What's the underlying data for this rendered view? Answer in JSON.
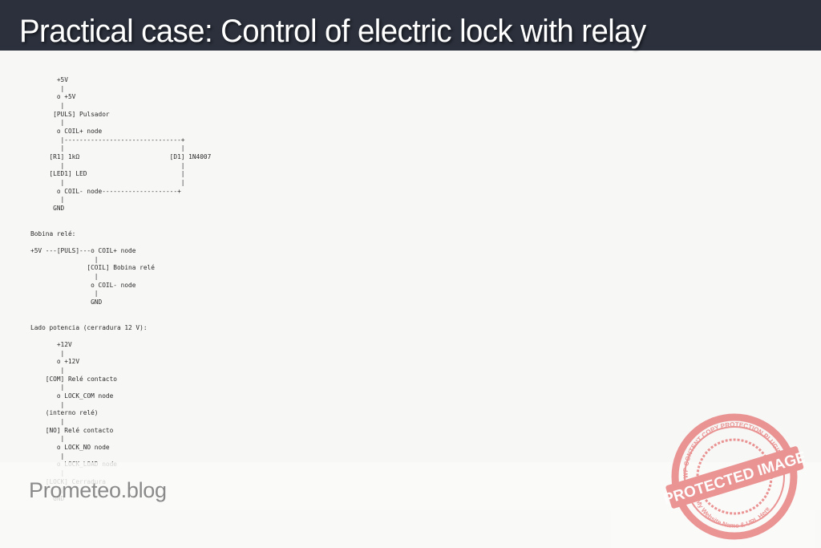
{
  "header": {
    "title": "Practical case: Control of electric lock with relay"
  },
  "schematic": {
    "block1_lines": [
      "       +5V",
      "        |",
      "       o +5V",
      "        |",
      "      [PULS] Pulsador",
      "        |",
      "       o COIL+ node",
      "        |-------------------------------+",
      "        |                               |",
      "     [R1] 1kΩ                        [D1] 1N4007",
      "        |                               |",
      "     [LED1] LED                         |",
      "        |                               |",
      "       o COIL- node--------------------+",
      "        |",
      "      GND"
    ],
    "block2_heading": "Bobina relé:",
    "block2_lines": [
      "+5V ---[PULS]---o COIL+ node",
      "                 |",
      "               [COIL] Bobina relé",
      "                 |",
      "                o COIL- node",
      "                 |",
      "                GND"
    ],
    "block3_heading": "Lado potencia (cerradura 12 V):",
    "block3_lines": [
      "       +12V",
      "        |",
      "       o +12V",
      "        |",
      "    [COM] Relé contacto",
      "        |",
      "       o LOCK_COM node",
      "        |",
      "    (interno relé)",
      "        |",
      "    [NO] Relé contacto",
      "        |",
      "       o LOCK_NO node",
      "        |",
      "       o LOCK_LOAD node",
      "        |",
      "    [LOCK] Cerradura",
      "        |",
      "      GND"
    ]
  },
  "watermark": {
    "brand": "Prometeo.blog",
    "stamp_main": "PROTECTED IMAGE",
    "stamp_top": "WP CONTENT COPY PROTECTION PLUGIN",
    "stamp_bottom": "My Website Name & URL Here",
    "stamp_color": "#e57373"
  }
}
